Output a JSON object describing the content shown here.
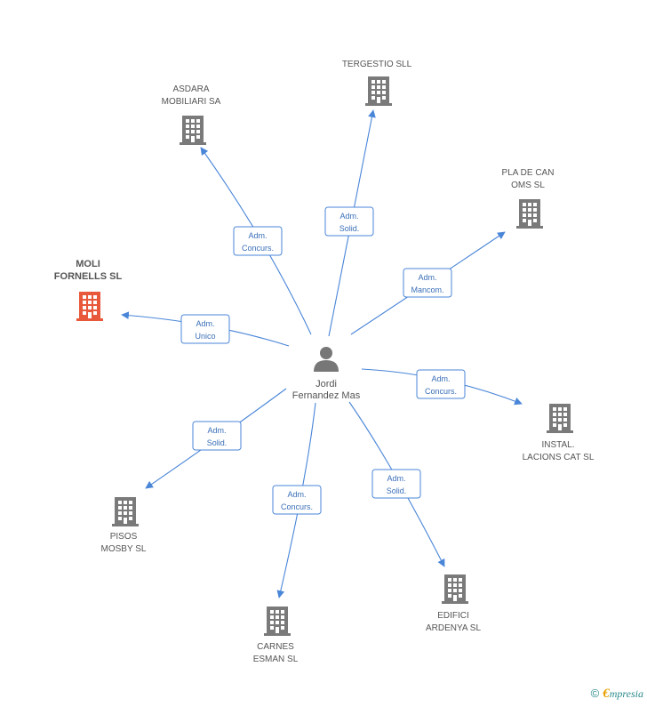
{
  "colors": {
    "edge": "#4a86d8",
    "company": "#7a7a7a",
    "highlight": "#e8583a",
    "person": "#777777"
  },
  "center": {
    "name": "person",
    "label_lines": [
      "Jordi",
      "Fernandez Mas"
    ]
  },
  "nodes": [
    {
      "id": "tergestio",
      "label_lines": [
        "TERGESTIO SLL"
      ],
      "highlight": false,
      "relation": [
        "Adm.",
        "Solid."
      ]
    },
    {
      "id": "asdara",
      "label_lines": [
        "ASDARA",
        "MOBILIARI SA"
      ],
      "highlight": false,
      "relation": [
        "Adm.",
        "Concurs."
      ]
    },
    {
      "id": "pladecan",
      "label_lines": [
        "PLA DE CAN",
        "OMS SL"
      ],
      "highlight": false,
      "relation": [
        "Adm.",
        "Mancom."
      ]
    },
    {
      "id": "moli",
      "label_lines": [
        "MOLI",
        "FORNELLS SL"
      ],
      "highlight": true,
      "relation": [
        "Adm.",
        "Unico"
      ]
    },
    {
      "id": "instal",
      "label_lines": [
        "INSTAL.",
        "LACIONS CAT SL"
      ],
      "highlight": false,
      "relation": [
        "Adm.",
        "Concurs."
      ]
    },
    {
      "id": "pisos",
      "label_lines": [
        "PISOS",
        "MOSBY  SL"
      ],
      "highlight": false,
      "relation": [
        "Adm.",
        "Solid."
      ]
    },
    {
      "id": "carnes",
      "label_lines": [
        "CARNES",
        "ESMAN SL"
      ],
      "highlight": false,
      "relation": [
        "Adm.",
        "Concurs."
      ]
    },
    {
      "id": "edifici",
      "label_lines": [
        "EDIFICI",
        "ARDENYA SL"
      ],
      "highlight": false,
      "relation": [
        "Adm.",
        "Solid."
      ]
    }
  ],
  "footer": {
    "copyright": "©",
    "brand_first": "€",
    "brand_rest": "mpresia"
  }
}
